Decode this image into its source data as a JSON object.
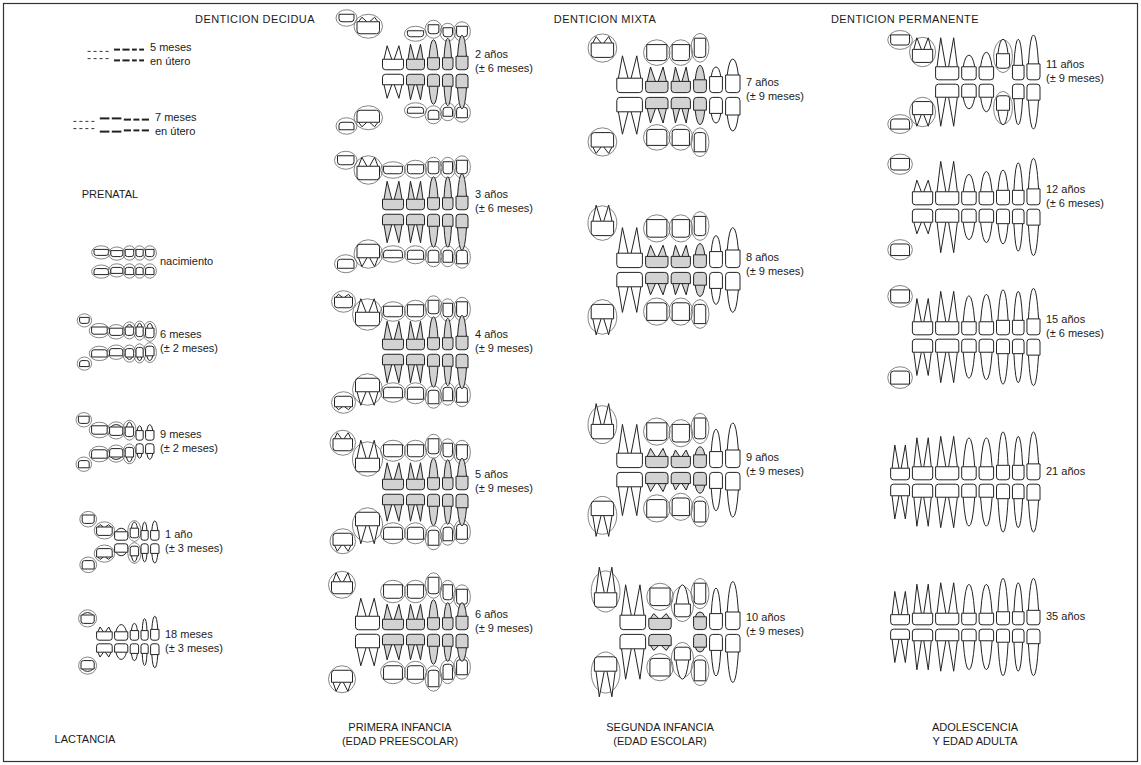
{
  "diagram": {
    "labels": [
      "DENTICION DECIDUA",
      "DENTICION MIXTA",
      "DENTICION PERMANENTE",
      "5 meses en útero",
      "7 meses en útero",
      "PRENATAL",
      "nacimiento",
      "6 meses (± 2 meses)",
      "9 meses (± 2 meses)",
      "1 año (± 3 meses)",
      "18 meses (± 3 meses)",
      "LACTANCIA",
      "2 años (± 6 meses)",
      "3 años (± 6 meses)",
      "4 años (± 9 meses)",
      "5 años (± 9 meses)",
      "6 años (± 9 meses)",
      "PRIMERA INFANCIA (EDAD PREESCOLAR)",
      "7 años (± 9 meses)",
      "8 años (± 9 meses)",
      "9 años (± 9 meses)",
      "10 años (± 9 meses)",
      "SEGUNDA INFANCIA (EDAD ESCOLAR)",
      "11 años (± 9 meses)",
      "12 años (± 6 meses)",
      "15 años (± 6 meses)",
      "21 años",
      "35 años",
      "ADOLESCENCIA Y EDAD ADULTA"
    ]
  }
}
